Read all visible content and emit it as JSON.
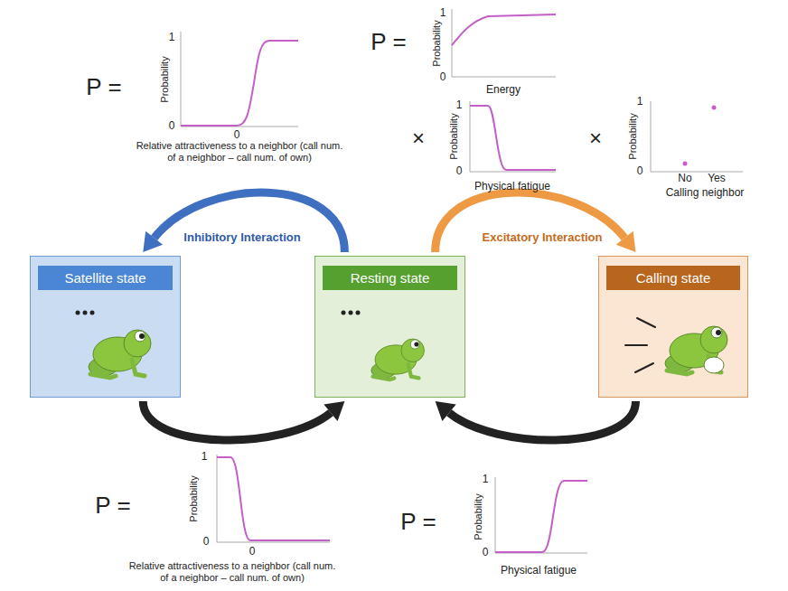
{
  "diagram": {
    "nodes": [
      {
        "text": [
          "Satellite state"
        ]
      },
      {
        "text": [
          "Resting state"
        ]
      },
      {
        "text": [
          "Calling state"
        ]
      }
    ],
    "edges": [
      {
        "from": 1,
        "to": 0,
        "arrow": "to",
        "label": "Inhibitory Interaction"
      },
      {
        "from": 1,
        "to": 2,
        "arrow": "to",
        "label": "Excitatory Interaction"
      },
      {
        "from": 0,
        "to": 1,
        "arrow": "to"
      },
      {
        "from": 2,
        "to": 1,
        "arrow": "to"
      }
    ],
    "labels": [
      "P =",
      "1",
      "Probability",
      "0",
      "0",
      "Relative attractiveness to a neighbor (call num. of a neighbor – call num. of own)",
      "P =",
      "1",
      "Probability",
      "0",
      "Energy",
      "×",
      "1",
      "Probability",
      "0",
      "Physical fatigue",
      "×",
      "1",
      "Probability",
      "0",
      "No",
      "Yes",
      "Calling neighbor",
      "P =",
      "1",
      "Probability",
      "0",
      "0",
      "Relative attractiveness to a neighbor (call num. of a neighbor – call num. of own)",
      "P =",
      "1",
      "Probability",
      "0",
      "Physical fatigue"
    ]
  }
}
